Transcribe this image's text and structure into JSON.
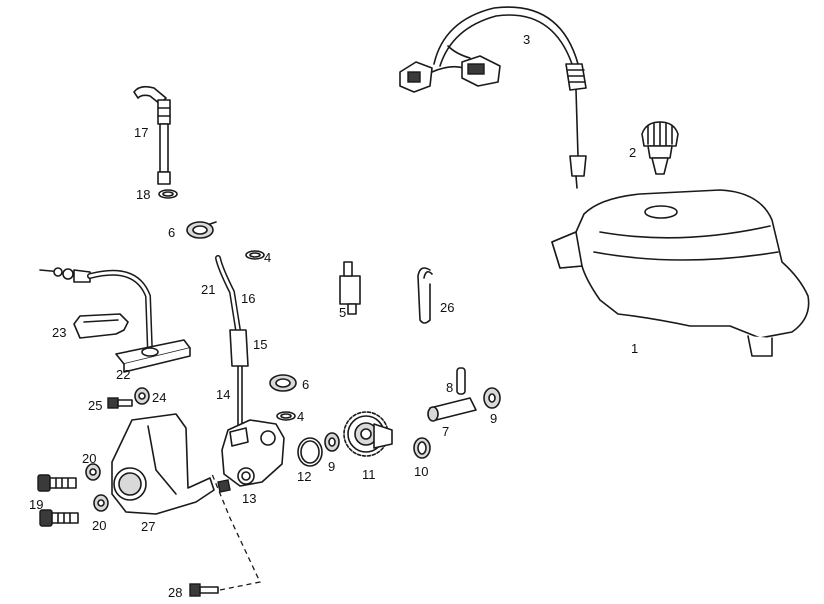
{
  "labels": {
    "p1": "1",
    "p2": "2",
    "p3": "3",
    "p4a": "4",
    "p4b": "4",
    "p5": "5",
    "p6a": "6",
    "p6b": "6",
    "p7": "7",
    "p8": "8",
    "p9a": "9",
    "p9b": "9",
    "p10": "10",
    "p11": "11",
    "p12": "12",
    "p13": "13",
    "p14": "14",
    "p15": "15",
    "p16": "16",
    "p17": "17",
    "p18": "18",
    "p19": "19",
    "p20a": "20",
    "p20b": "20",
    "p21": "21",
    "p22": "22",
    "p23": "23",
    "p24": "24",
    "p25": "25",
    "p26": "26",
    "p27": "27",
    "p28": "28"
  }
}
